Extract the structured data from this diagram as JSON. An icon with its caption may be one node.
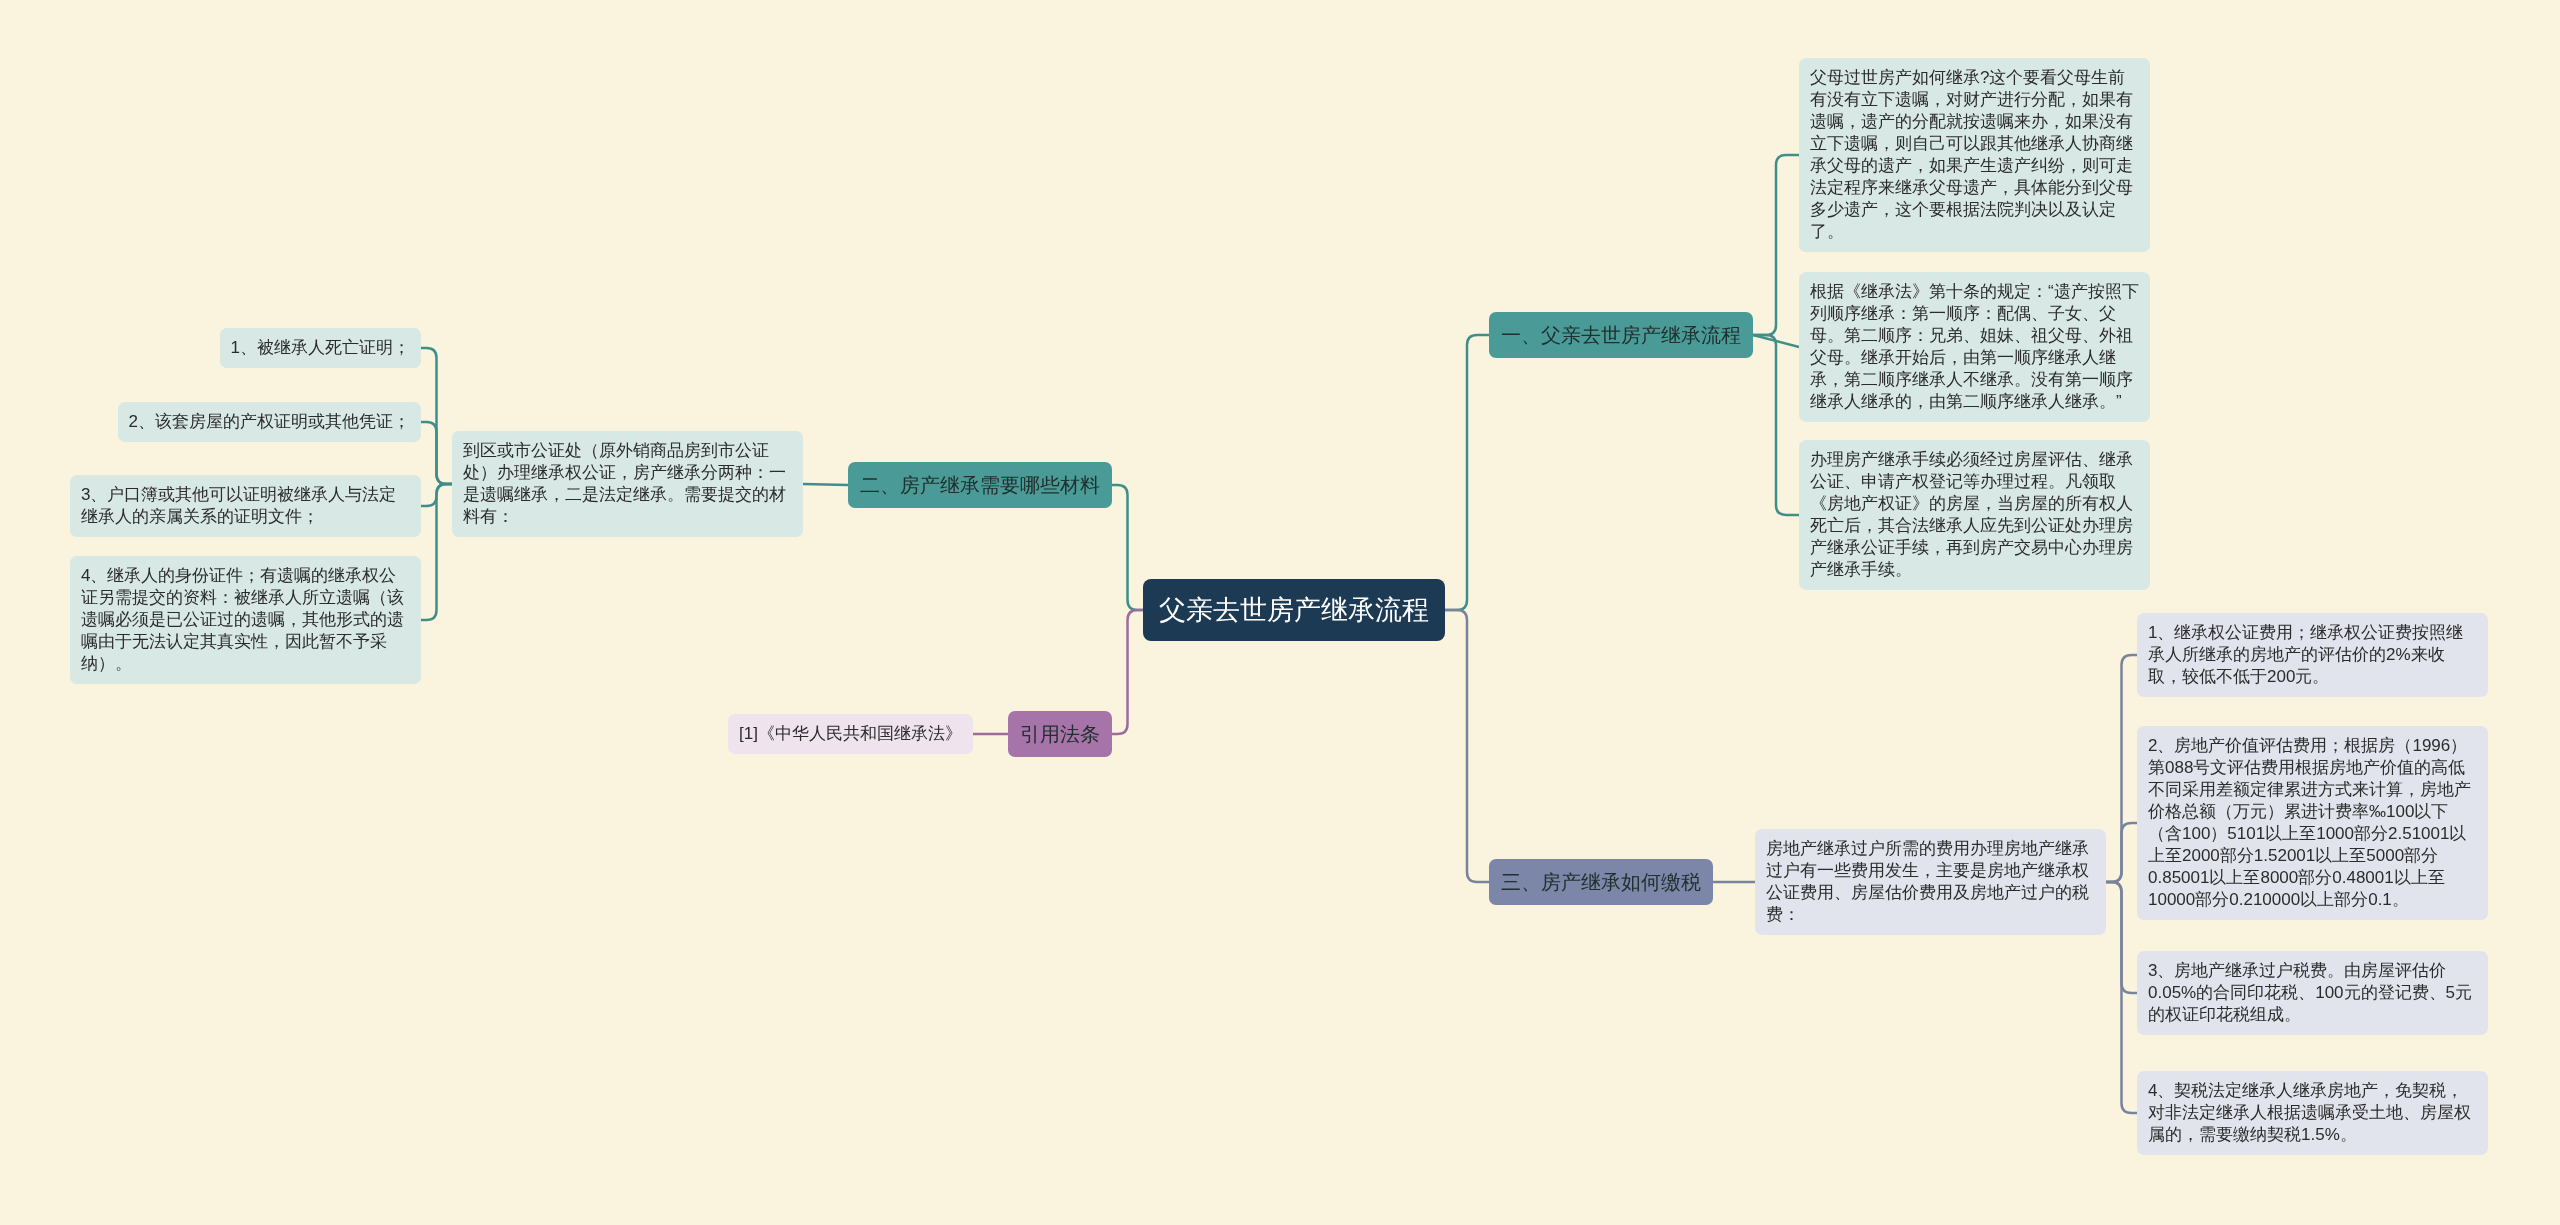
{
  "diagram": {
    "nodes": [
      {
        "text": [
          "父亲去世房产继承流程"
        ]
      },
      {
        "text": [
          "一、父亲去世房产继承流程"
        ]
      },
      {
        "text": [
          "父母过世房产如何继承?这个要看父母生前有没有立下遗嘱，对财产进行分配，如果有遗嘱，遗产的分配就按遗嘱来办，如果没有立下遗嘱，则自己可以跟其他继承人协商继承父母的遗产，如果产生遗产纠纷，则可走法定程序来继承父母遗产，具体能分到父母多少遗产，这个要根据法院判决以及认定了。"
        ]
      },
      {
        "text": [
          "根据《继承法》第十条的规定：“遗产按照下列顺序继承：第一顺序：配偶、子女、父母。第二顺序：兄弟、姐妹、祖父母、外祖父母。继承开始后，由第一顺序继承人继承，第二顺序继承人不继承。没有第一顺序继承人继承的，由第二顺序继承人继承。”"
        ]
      },
      {
        "text": [
          "办理房产继承手续必须经过房屋评估、继承公证、申请产权登记等办理过程。凡领取《房地产权证》的房屋，当房屋的所有权人死亡后，其合法继承人应先到公证处办理房产继承公证手续，再到房产交易中心办理房产继承手续。"
        ]
      },
      {
        "text": [
          "二、房产继承需要哪些材料"
        ]
      },
      {
        "text": [
          "到区或市公证处（原外销商品房到市公证处）办理继承权公证，房产继承分两种：一是遗嘱继承，二是法定继承。需要提交的材料有："
        ]
      },
      {
        "text": [
          "1、被继承人死亡证明；"
        ]
      },
      {
        "text": [
          "2、该套房屋的产权证明或其他凭证；"
        ]
      },
      {
        "text": [
          "3、户口簿或其他可以证明被继承人与法定继承人的亲属关系的证明文件；"
        ]
      },
      {
        "text": [
          "4、继承人的身份证件；有遗嘱的继承权公证另需提交的资料：被继承人所立遗嘱（该遗嘱必须是已公证过的遗嘱，其他形式的遗嘱由于无法认定其真实性，因此暂不予采纳）。"
        ]
      },
      {
        "text": [
          "引用法条"
        ]
      },
      {
        "text": [
          "[1]《中华人民共和国继承法》"
        ]
      },
      {
        "text": [
          "三、房产继承如何缴税"
        ]
      },
      {
        "text": [
          "房地产继承过户所需的费用办理房地产继承过户有一些费用发生，主要是房地产继承权公证费用、房屋估价费用及房地产过户的税费："
        ]
      },
      {
        "text": [
          "1、继承权公证费用；继承权公证费按照继承人所继承的房地产的评估价的2%来收取，较低不低于200元。"
        ]
      },
      {
        "text": [
          "2、房地产价值评估费用；根据房（1996）第088号文评估费用根据房地产价值的高低不同采用差额定律累进方式来计算，房地产价格总额（万元）累进计费率‰100以下（含100）5101以上至1000部分2.51001以上至2000部分1.52001以上至5000部分0.85001以上至8000部分0.48001以上至10000部分0.210000以上部分0.1。"
        ]
      },
      {
        "text": [
          "3、房地产继承过户税费。由房屋评估价0.05%的合同印花税、100元的登记费、5元的权证印花税组成。"
        ]
      },
      {
        "text": [
          "4、契税法定继承人继承房地产，免契税，对非法定继承人根据遗嘱承受土地、房屋权属的，需要缴纳契税1.5%。"
        ]
      }
    ],
    "edges": [
      {
        "from": 0,
        "to": 1,
        "arrow": "none"
      },
      {
        "from": 1,
        "to": 2,
        "arrow": "none"
      },
      {
        "from": 1,
        "to": 3,
        "arrow": "none"
      },
      {
        "from": 1,
        "to": 4,
        "arrow": "none"
      },
      {
        "from": 0,
        "to": 5,
        "arrow": "none"
      },
      {
        "from": 5,
        "to": 6,
        "arrow": "none"
      },
      {
        "from": 6,
        "to": 7,
        "arrow": "none"
      },
      {
        "from": 6,
        "to": 8,
        "arrow": "none"
      },
      {
        "from": 6,
        "to": 9,
        "arrow": "none"
      },
      {
        "from": 6,
        "to": 10,
        "arrow": "none"
      },
      {
        "from": 0,
        "to": 11,
        "arrow": "none",
        "color": "#9b6c9d"
      },
      {
        "from": 11,
        "to": 12,
        "arrow": "none",
        "color": "#9b6c9d"
      },
      {
        "from": 0,
        "to": 13,
        "arrow": "none",
        "color": "#7a839c"
      },
      {
        "from": 13,
        "to": 14,
        "arrow": "none",
        "color": "#7a839c"
      },
      {
        "from": 14,
        "to": 15,
        "arrow": "none",
        "color": "#7a839c"
      },
      {
        "from": 14,
        "to": 16,
        "arrow": "none",
        "color": "#7a839c"
      },
      {
        "from": 14,
        "to": 17,
        "arrow": "none",
        "color": "#7a839c"
      },
      {
        "from": 14,
        "to": 18,
        "arrow": "none",
        "color": "#7a839c"
      }
    ]
  }
}
